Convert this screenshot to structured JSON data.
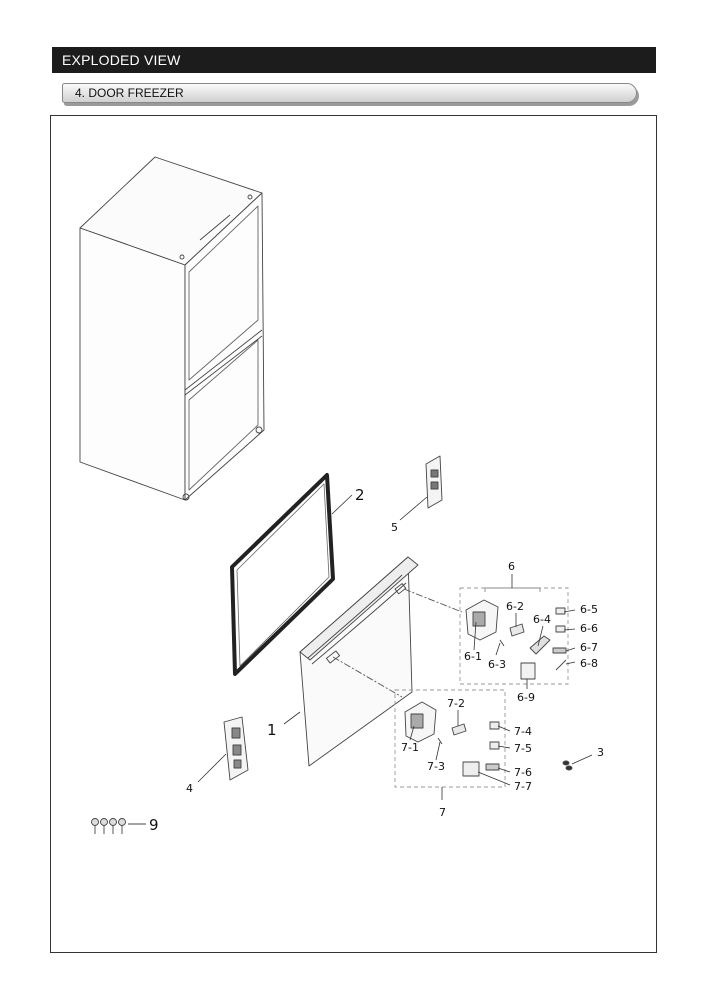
{
  "header": {
    "title": "EXPLODED VIEW"
  },
  "section": {
    "title": "4. DOOR FREEZER"
  },
  "callouts": {
    "c1": "1",
    "c2": "2",
    "c3": "3",
    "c4": "4",
    "c5": "5",
    "c6": "6",
    "c7": "7",
    "c9": "9",
    "c6_1": "6-1",
    "c6_2": "6-2",
    "c6_3": "6-3",
    "c6_4": "6-4",
    "c6_5": "6-5",
    "c6_6": "6-6",
    "c6_7": "6-7",
    "c6_8": "6-8",
    "c6_9": "6-9",
    "c7_1": "7-1",
    "c7_2": "7-2",
    "c7_3": "7-3",
    "c7_4": "7-4",
    "c7_5": "7-5",
    "c7_6": "7-6",
    "c7_7": "7-7"
  }
}
